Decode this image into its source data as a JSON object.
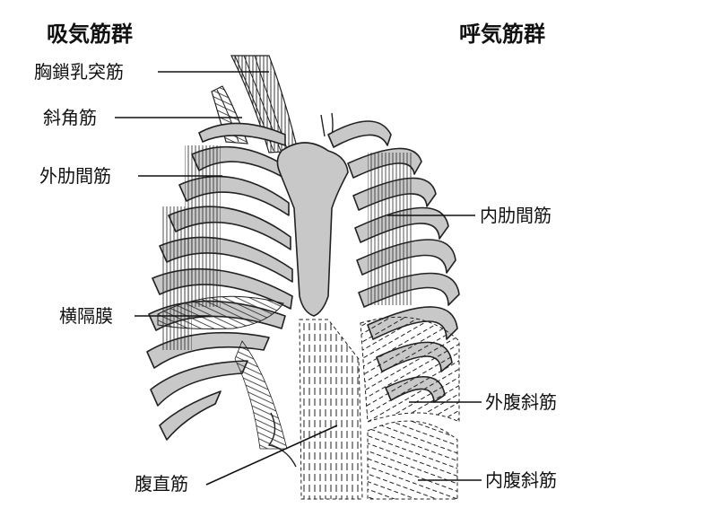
{
  "headings": {
    "inspiratory": "吸気筋群",
    "expiratory": "呼気筋群"
  },
  "labels": {
    "sternocleidomastoid": "胸鎖乳突筋",
    "scalene": "斜角筋",
    "external_intercostal": "外肋間筋",
    "diaphragm": "横隔膜",
    "rectus_abdominis": "腹直筋",
    "internal_intercostal": "内肋間筋",
    "external_oblique": "外腹斜筋",
    "internal_oblique": "内腹斜筋"
  }
}
